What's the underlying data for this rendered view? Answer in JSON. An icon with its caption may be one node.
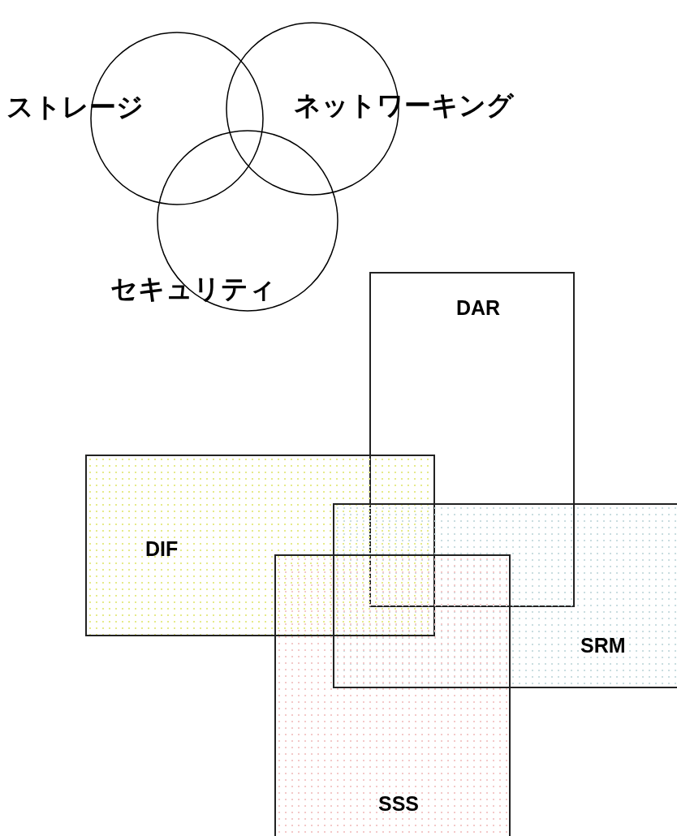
{
  "diagram": {
    "nodes": [
      {
        "text": [
          "ストレージ"
        ]
      },
      {
        "text": [
          "ネットワーキング"
        ]
      },
      {
        "text": [
          "セキュリティ"
        ]
      },
      {
        "text": [
          "DAR"
        ]
      },
      {
        "text": [
          "DIF"
        ]
      },
      {
        "text": [
          "SRM"
        ]
      },
      {
        "text": [
          "SSS"
        ]
      }
    ]
  }
}
